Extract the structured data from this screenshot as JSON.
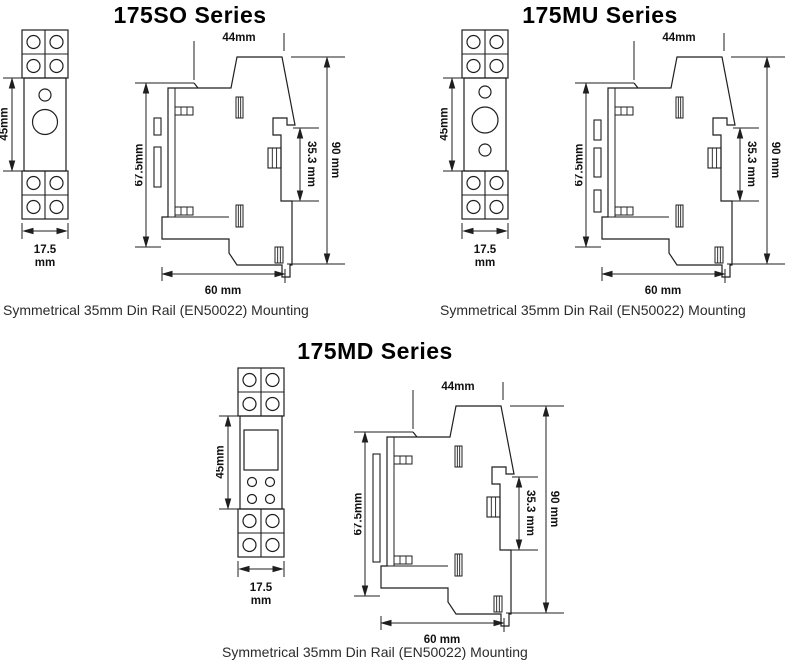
{
  "colors": {
    "line": "#1f1f1f",
    "text": "#111111",
    "background": "#ffffff"
  },
  "series": [
    {
      "id": "175SO",
      "title": "175SO Series",
      "caption": "Symmetrical 35mm Din Rail (EN50022) Mounting",
      "front_variant": "SO",
      "side_variant": "SO",
      "dimensions": {
        "top_width": "44mm",
        "total_height": "90 mm",
        "body_height": "67.5mm",
        "din_rail": "35.3 mm",
        "base_depth": "60 mm",
        "front_height": "45mm",
        "front_width": "17.5",
        "front_width_unit": "mm"
      }
    },
    {
      "id": "175MU",
      "title": "175MU Series",
      "caption": "Symmetrical 35mm Din Rail (EN50022) Mounting",
      "front_variant": "MU",
      "side_variant": "MU",
      "dimensions": {
        "top_width": "44mm",
        "total_height": "90 mm",
        "body_height": "67.5mm",
        "din_rail": "35.3 mm",
        "base_depth": "60 mm",
        "front_height": "45mm",
        "front_width": "17.5",
        "front_width_unit": "mm"
      }
    },
    {
      "id": "175MD",
      "title": "175MD Series",
      "caption": "Symmetrical 35mm Din Rail (EN50022) Mounting",
      "front_variant": "MD",
      "side_variant": "MD",
      "dimensions": {
        "top_width": "44mm",
        "total_height": "90 mm",
        "body_height": "67.5mm",
        "din_rail": "35.3 mm",
        "base_depth": "60 mm",
        "front_height": "45mm",
        "front_width": "17.5",
        "front_width_unit": "mm"
      }
    }
  ]
}
